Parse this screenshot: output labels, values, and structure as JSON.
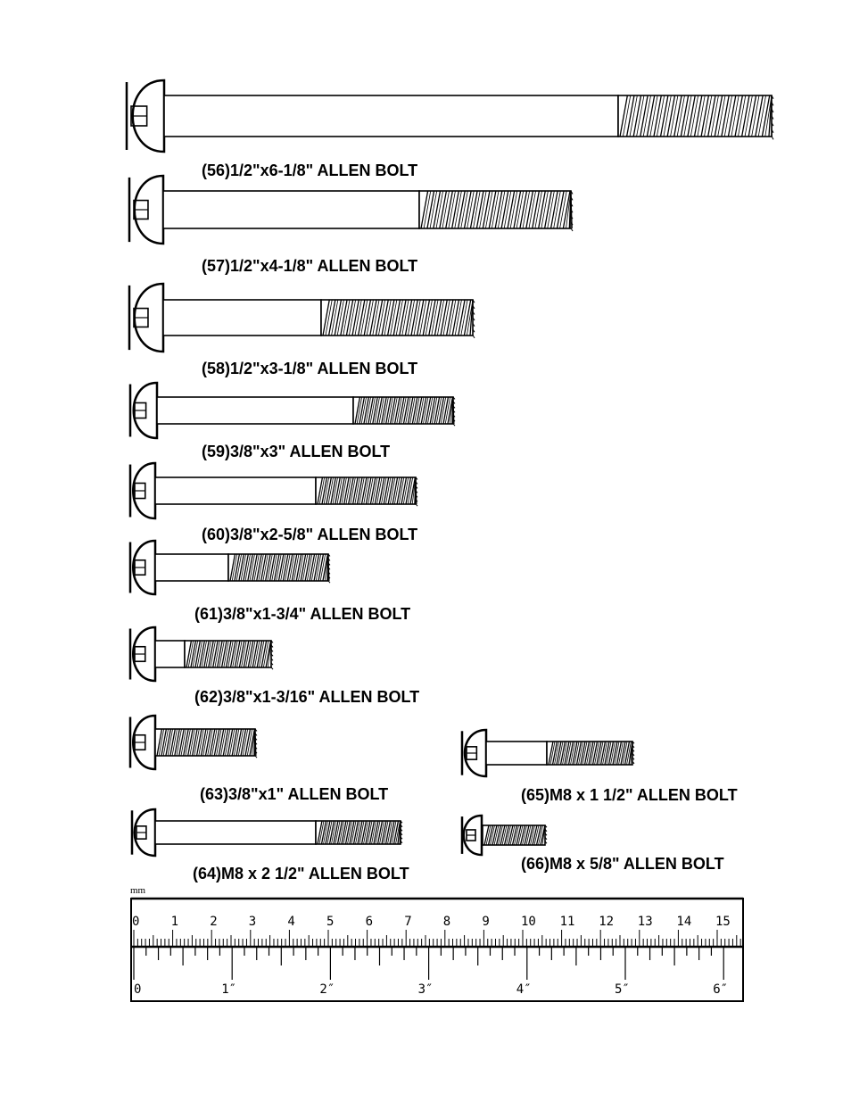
{
  "bolts": [
    {
      "label": "(56)1/2\"x6-1/8\" ALLEN BOLT"
    },
    {
      "label": "(57)1/2\"x4-1/8\" ALLEN BOLT"
    },
    {
      "label": "(58)1/2\"x3-1/8\" ALLEN BOLT"
    },
    {
      "label": "(59)3/8\"x3\" ALLEN BOLT"
    },
    {
      "label": "(60)3/8\"x2-5/8\" ALLEN BOLT"
    },
    {
      "label": "(61)3/8\"x1-3/4\" ALLEN BOLT"
    },
    {
      "label": "(62)3/8\"x1-3/16\" ALLEN BOLT"
    },
    {
      "label": "(63)3/8\"x1\" ALLEN BOLT"
    },
    {
      "label": "(64)M8 x 2 1/2\" ALLEN BOLT"
    },
    {
      "label": "(65)M8 x 1 1/2\"  ALLEN BOLT"
    },
    {
      "label": "(66)M8 x 5/8\" ALLEN BOLT"
    }
  ],
  "ruler": {
    "unit_label": "mm",
    "cm_labels": [
      "0",
      "1",
      "2",
      "3",
      "4",
      "5",
      "6",
      "7",
      "8",
      "9",
      "10",
      "11",
      "12",
      "13",
      "14",
      "15"
    ],
    "inch_labels": [
      "0",
      "1″",
      "2″",
      "3″",
      "4″",
      "5″",
      "6″"
    ]
  }
}
